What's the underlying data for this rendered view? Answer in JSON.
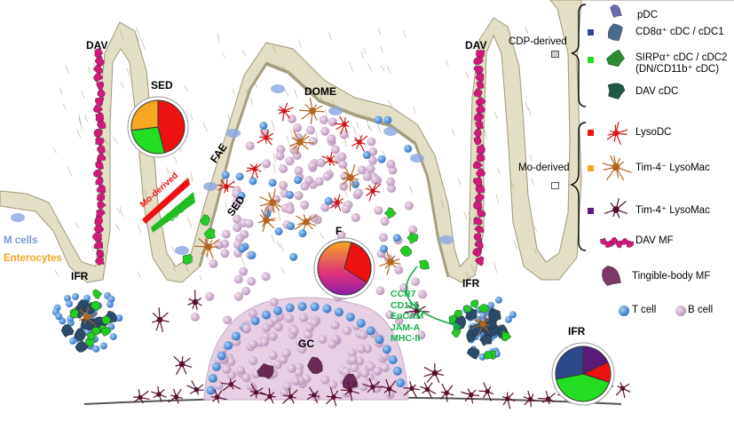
{
  "labels": {
    "dav_left": "DAV",
    "dav_right": "DAV",
    "dome": "DOME",
    "sed_pie": "SED",
    "sed_region": "SED",
    "fae": "FAE",
    "f": "F",
    "ifr_left": "IFR",
    "ifr_mid": "IFR",
    "ifr_pie": "IFR",
    "gc": "GC",
    "m_cells": "M cells",
    "enterocytes": "Enterocytes",
    "mo_derived_flag": "Mo-derived",
    "cdc_flag": "cDC"
  },
  "markers": [
    "CCR7",
    "CD11b",
    "EpCAM",
    "JAM-A",
    "MHC-II"
  ],
  "legend": {
    "cdp_group": "CDP-derived",
    "mo_group": "Mo-derived",
    "items": [
      {
        "label": "pDC",
        "color": ""
      },
      {
        "label": "CD8α⁺ cDC / cDC1",
        "color": "#2c4a8a"
      },
      {
        "label": "SIRPα⁺ cDC / cDC2",
        "color": "#22dd22"
      },
      {
        "label": "(DN/CD11b⁺ cDC)",
        "color": ""
      },
      {
        "label": "DAV cDC",
        "color": ""
      },
      {
        "label": "LysoDC",
        "color": "#ee1111"
      },
      {
        "label": "Tim-4⁻ LysoMac",
        "color": "#f5a623"
      },
      {
        "label": "Tim-4⁺ LysoMac",
        "color": "#5b1a7a"
      },
      {
        "label": "DAV MF",
        "color": ""
      },
      {
        "label": "Tingible-body MF",
        "color": ""
      }
    ],
    "tcell": "T cell",
    "bcell": "B cell"
  },
  "pies": {
    "sed": [
      {
        "value": 0.46,
        "color": "#ee1111"
      },
      {
        "value": 0.27,
        "color": "#22dd22"
      },
      {
        "value": 0.27,
        "color": "#f5a623"
      }
    ],
    "ifr": [
      {
        "value": 0.18,
        "color": "#5b1a7a"
      },
      {
        "value": 0.12,
        "color": "#ee1111"
      },
      {
        "value": 0.42,
        "color": "#22dd22"
      },
      {
        "value": 0.28,
        "color": "#2c4a8a"
      }
    ],
    "f": [
      {
        "value": 0.3,
        "color": "#ee1111"
      },
      {
        "value": 0.7,
        "color": "#f5a623"
      }
    ]
  },
  "colors": {
    "villus": "#e3dfc6",
    "villus_stroke": "#9e987a",
    "dav_mf": "#d4177a",
    "dav_cdc": "#1d5a45",
    "lysodc": "#d01515",
    "lysomac": "#b5651d",
    "tim4_mac": "#5a1030",
    "tcell": "#3f8ad8",
    "bcell": "#d9b3d6",
    "mcell": "#8aa5e0",
    "enterocytes_text": "#f5a623",
    "mcell_text": "#7b96d6",
    "marker_text": "#13b24a"
  }
}
